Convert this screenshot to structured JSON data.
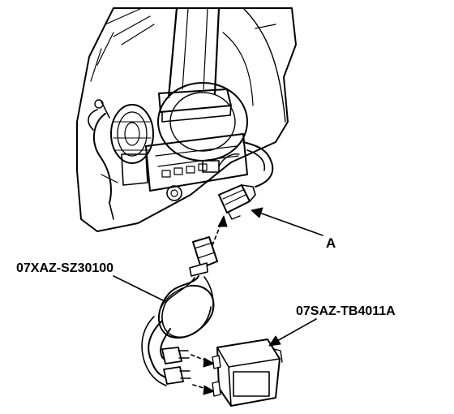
{
  "labels": {
    "part_a": "A",
    "harness_part_number": "07XAZ-SZ30100",
    "tester_part_number": "07SAZ-TB4011A"
  },
  "colors": {
    "line": "#000000",
    "background": "#ffffff"
  }
}
